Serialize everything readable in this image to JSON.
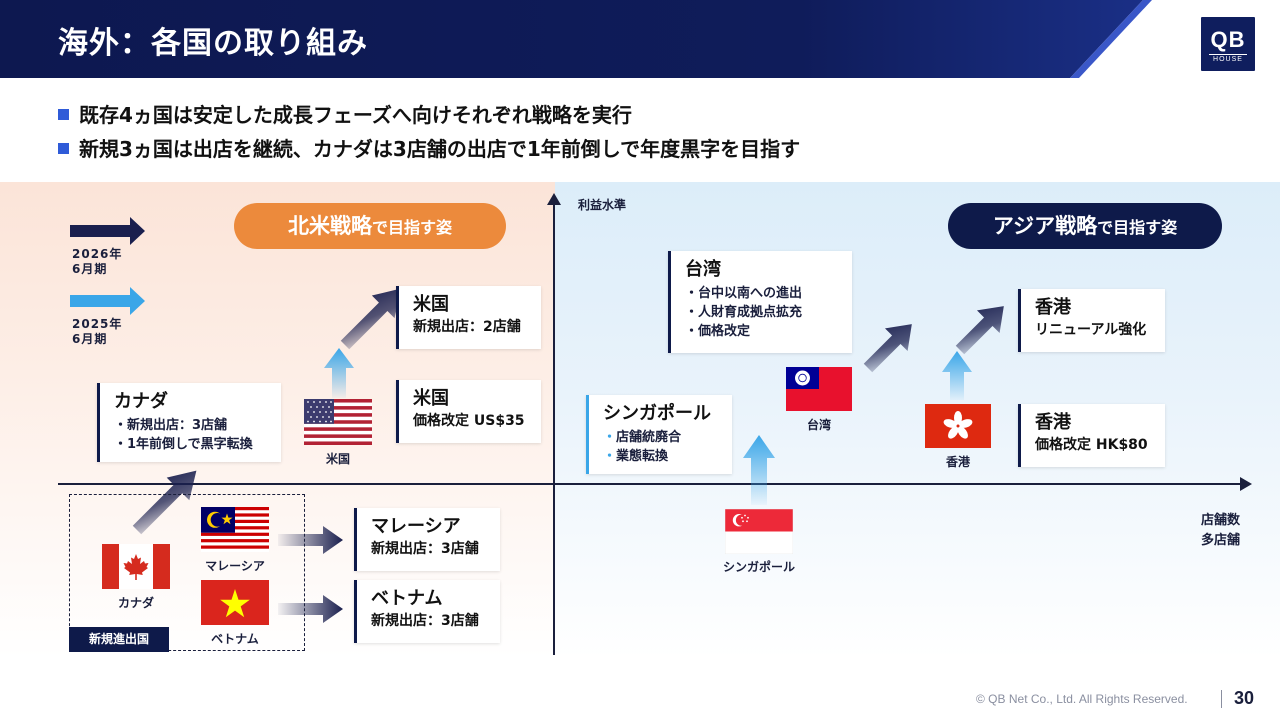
{
  "header": {
    "title": "海外：各国の取り組み",
    "logo_main": "QB",
    "logo_sub": "HOUSE"
  },
  "bullets": [
    "既存4ヵ国は安定した成長フェーズへ向けそれぞれ戦略を実行",
    "新規3ヵ国は出店を継続、カナダは3店舗の出店で1年前倒しで年度黒字を目指す"
  ],
  "legend": {
    "dark": {
      "label_line1": "2026年",
      "label_line2": "6月期",
      "color": "#1a1f4e"
    },
    "light": {
      "label_line1": "2025年",
      "label_line2": "6月期",
      "color": "#3aa6e8"
    }
  },
  "axes": {
    "y_label": "利益水準",
    "x_label_line1": "店舗数",
    "x_label_line2": "多店舗"
  },
  "pills": {
    "north_america": {
      "big": "北米戦略",
      "small": "で目指す姿",
      "color": "#ec8a3c"
    },
    "asia": {
      "big": "アジア戦略",
      "small": "で目指す姿",
      "color": "#0e1a4a"
    }
  },
  "cards": {
    "us_future": {
      "title": "米国",
      "sub": "新規出店：2店舗"
    },
    "us_now": {
      "title": "米国",
      "sub": "価格改定 US$35"
    },
    "canada": {
      "title": "カナダ",
      "items": [
        "新規出店：3店舗",
        "1年前倒しで黒字転換"
      ]
    },
    "taiwan": {
      "title": "台湾",
      "items": [
        "台中以南への進出",
        "人財育成拠点拡充",
        "価格改定"
      ]
    },
    "singapore": {
      "title": "シンガポール",
      "items": [
        "店舗統廃合",
        "業態転換"
      ]
    },
    "hk_future": {
      "title": "香港",
      "sub": "リニューアル強化"
    },
    "hk_now": {
      "title": "香港",
      "sub": "価格改定 HK$80"
    },
    "malaysia": {
      "title": "マレーシア",
      "sub": "新規出店：3店舗"
    },
    "vietnam": {
      "title": "ベトナム",
      "sub": "新規出店：3店舗"
    }
  },
  "flags": {
    "us": "米国",
    "taiwan": "台湾",
    "hongkong": "香港",
    "singapore": "シンガポール",
    "canada": "カナダ",
    "malaysia": "マレーシア",
    "vietnam": "ベトナム"
  },
  "new_countries_badge": "新規進出国",
  "footer": {
    "copyright": "© QB Net Co., Ltd. All Rights Reserved.",
    "page": "30"
  },
  "colors": {
    "navy": "#0e1a4a",
    "accent_blue": "#3aa6e8",
    "orange": "#ec8a3c",
    "bullet_blue": "#2f5bd8"
  }
}
